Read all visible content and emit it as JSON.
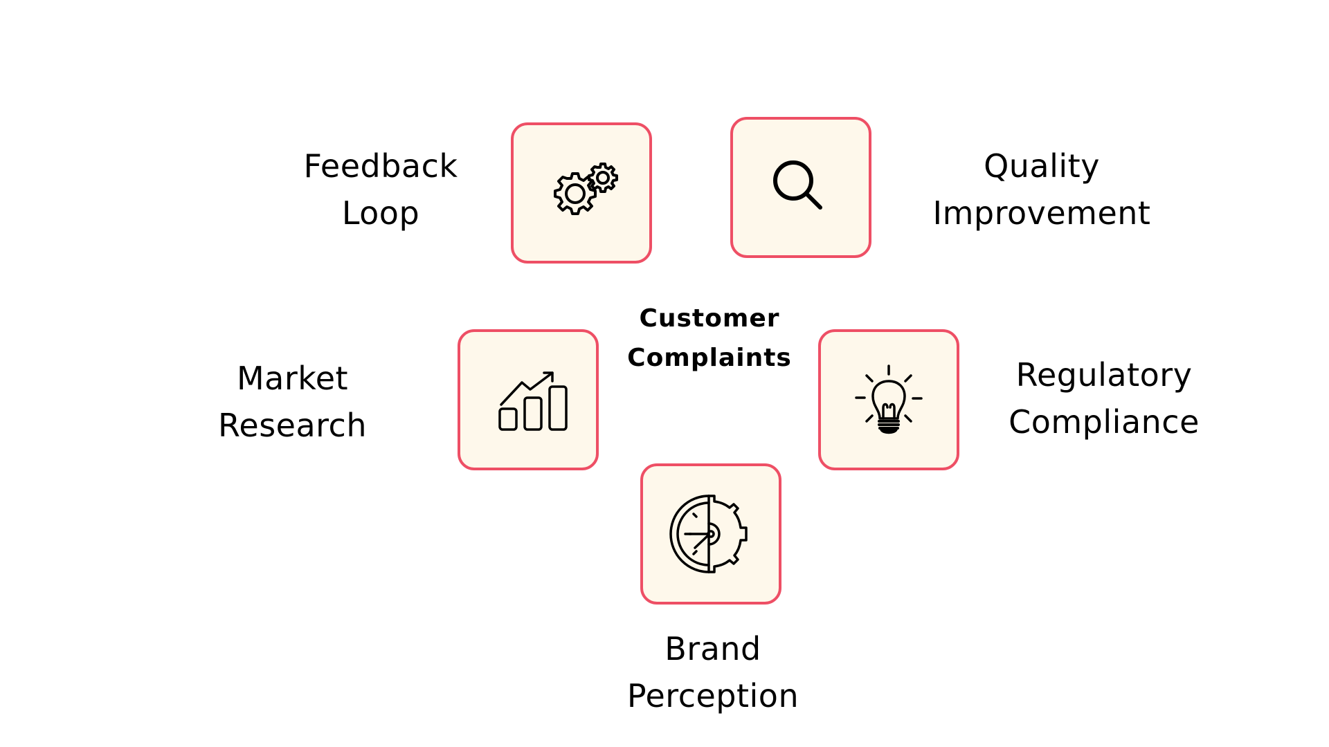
{
  "center": {
    "line1": "Customer",
    "line2": "Complaints"
  },
  "nodes": [
    {
      "id": "feedback-loop",
      "line1": "Feedback",
      "line2": "Loop",
      "icon": "gears-icon"
    },
    {
      "id": "quality-improvement",
      "line1": "Quality",
      "line2": "Improvement",
      "icon": "magnifier-icon"
    },
    {
      "id": "market-research",
      "line1": "Market",
      "line2": "Research",
      "icon": "growth-chart-icon"
    },
    {
      "id": "regulatory-compliance",
      "line1": "Regulatory",
      "line2": "Compliance",
      "icon": "lightbulb-icon"
    },
    {
      "id": "brand-perception",
      "line1": "Brand",
      "line2": "Perception",
      "icon": "clock-gear-icon"
    }
  ],
  "colors": {
    "box_border": "#ee4f65",
    "box_fill": "#fef8eb",
    "text": "#000000"
  }
}
